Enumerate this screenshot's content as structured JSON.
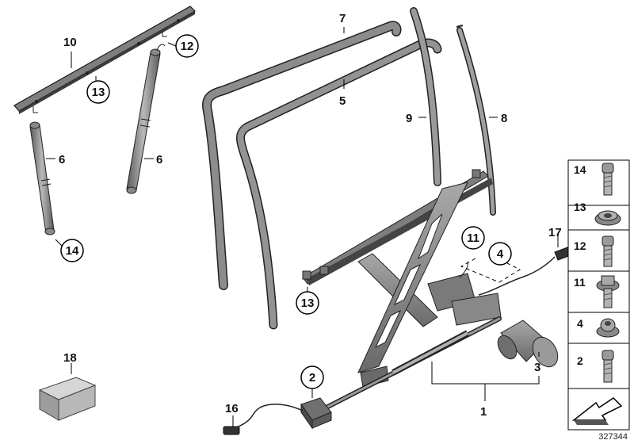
{
  "diagram": {
    "callouts": {
      "c1": "1",
      "c2": "2",
      "c3": "3",
      "c4": "4",
      "c5": "5",
      "c6a": "6",
      "c6b": "6",
      "c7": "7",
      "c8": "8",
      "c9": "9",
      "c10": "10",
      "c11": "11",
      "c12": "12",
      "c13a": "13",
      "c13b": "13",
      "c14": "14",
      "c16": "16",
      "c17": "17",
      "c18": "18"
    },
    "side_panel": {
      "items": [
        {
          "label": "14",
          "icon": "screw-icon"
        },
        {
          "label": "13",
          "icon": "nut-icon"
        },
        {
          "label": "12",
          "icon": "screw-icon"
        },
        {
          "label": "11",
          "icon": "flange-bolt-icon"
        },
        {
          "label": "4",
          "icon": "clip-nut-icon"
        },
        {
          "label": "2",
          "icon": "screw-icon"
        }
      ],
      "arrow_icon": "arrow-icon"
    },
    "doc_id": "327344",
    "colors": {
      "part_fill": "#8a8a8a",
      "part_dark": "#555555",
      "line": "#000000"
    }
  }
}
